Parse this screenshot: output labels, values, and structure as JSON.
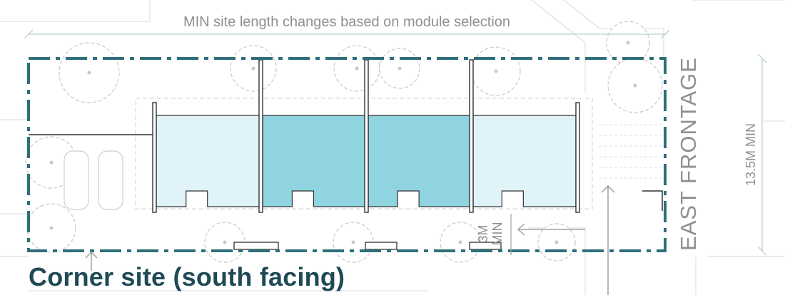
{
  "diagram": {
    "top_note": "MIN site length changes based on module selection",
    "frontage_label": "EAST FRONTAGE",
    "height_label": "13.5M MIN",
    "setback_label_line1": "3M",
    "setback_label_line2": "MIN",
    "caption": "Corner site (south facing)"
  },
  "colors": {
    "boundary": "#2f6f7a",
    "module_light": "#dff3f8",
    "module_dark": "#8fd4e0",
    "tree": "#c8c8c8",
    "dimension": "#a9c3cc",
    "label_gray": "#8f8f8f",
    "caption": "#1f4a55"
  },
  "modules": [
    {
      "shade": "light"
    },
    {
      "shade": "dark"
    },
    {
      "shade": "dark"
    },
    {
      "shade": "light"
    }
  ]
}
